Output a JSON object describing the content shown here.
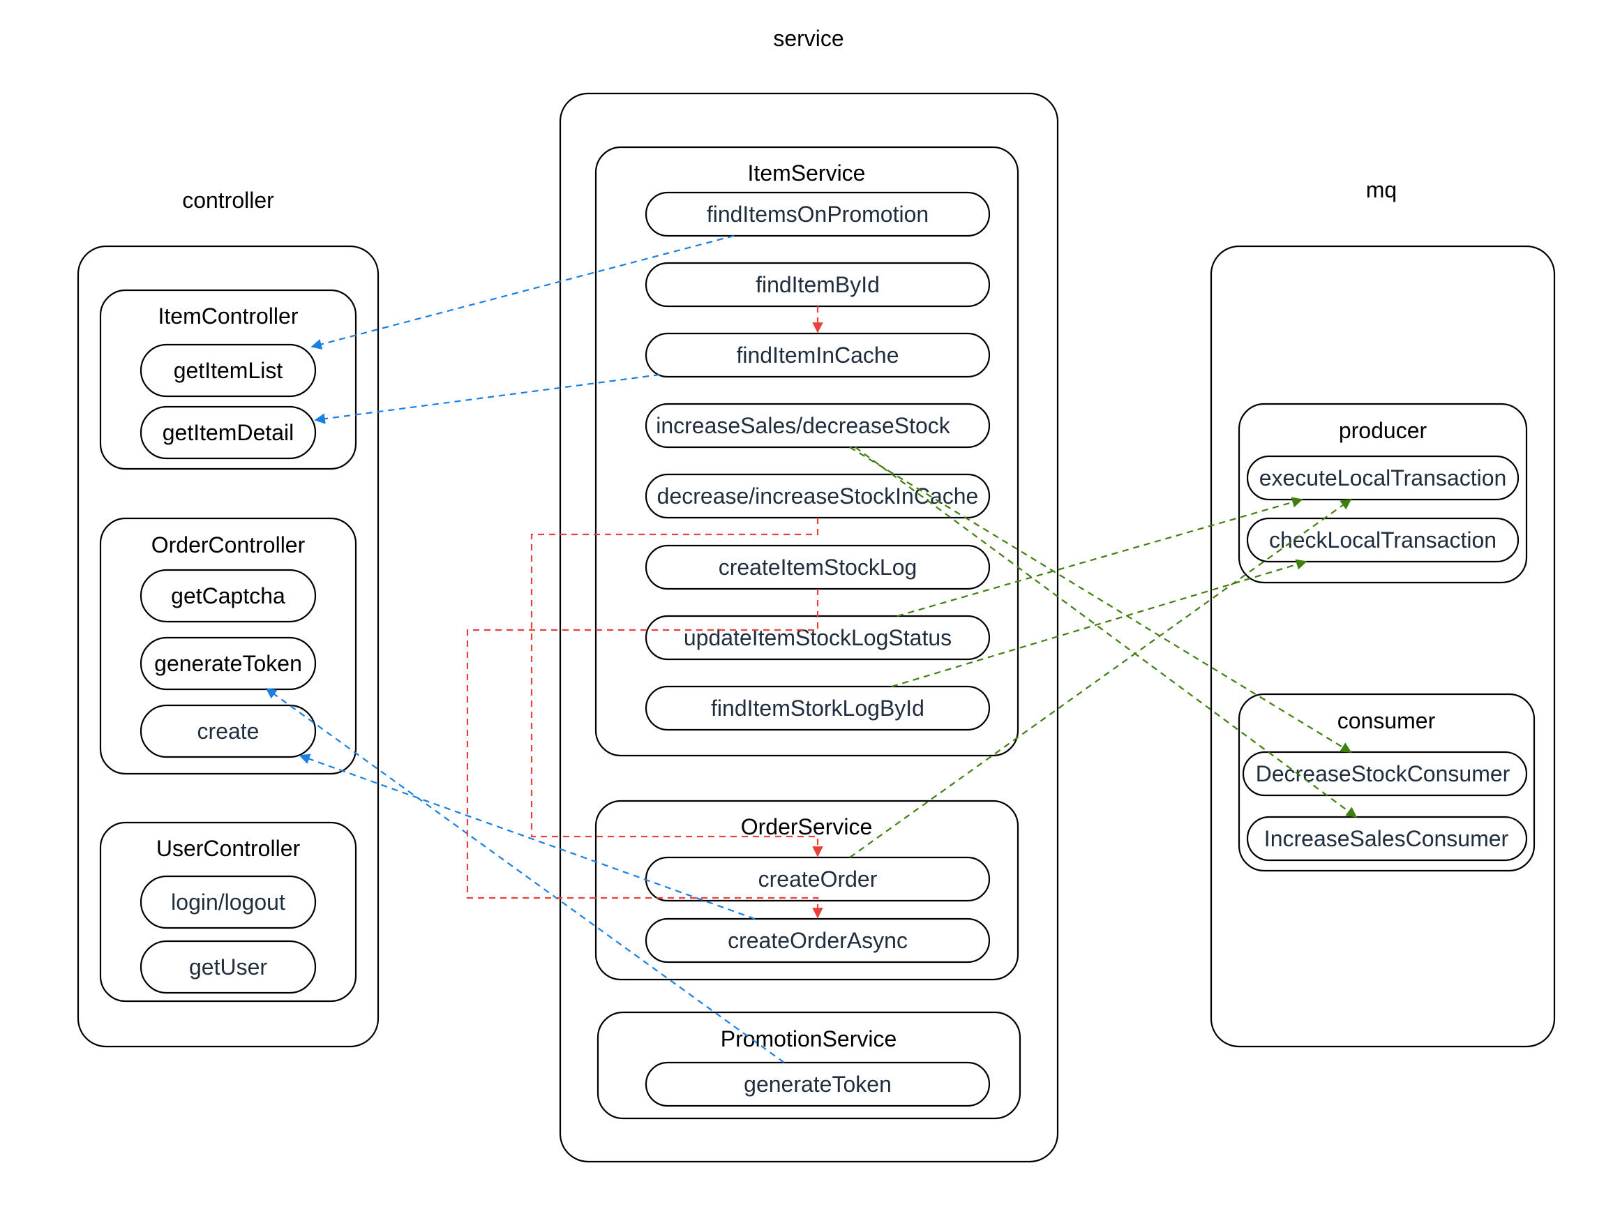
{
  "columns": {
    "controller": "controller",
    "service": "service",
    "mq": "mq"
  },
  "groups": {
    "item_controller": "ItemController",
    "order_controller": "OrderController",
    "user_controller": "UserController",
    "item_service": "ItemService",
    "order_service": "OrderService",
    "promotion_service": "PromotionService",
    "producer": "producer",
    "consumer": "consumer"
  },
  "nodes": {
    "get_item_list": "getItemList",
    "get_item_detail": "getItemDetail",
    "get_captcha": "getCaptcha",
    "generate_token_ctrl": "generateToken",
    "create": "create",
    "login_logout": "login/logout",
    "get_user": "getUser",
    "find_items_on_promotion": "findItemsOnPromotion",
    "find_item_by_id": "findItemById",
    "find_item_in_cache": "findItemInCache",
    "increase_sales_decrease_stock": "increaseSales/decreaseStock",
    "decrease_increase_stock_in_cache": "decrease/increaseStockInCache",
    "create_item_stock_log": "createItemStockLog",
    "update_item_stock_log_status": "updateItemStockLogStatus",
    "find_item_stork_log_by_id": "findItemStorkLogById",
    "create_order": "createOrder",
    "create_order_async": "createOrderAsync",
    "generate_token_svc": "generateToken",
    "execute_local_transaction": "executeLocalTransaction",
    "check_local_transaction": "checkLocalTransaction",
    "decrease_stock_consumer": "DecreaseStockConsumer",
    "increase_sales_consumer": "IncreaseSalesConsumer"
  },
  "colors": {
    "controller_edge": "#1a7fe0",
    "service_edge": "#e8413c",
    "mq_edge": "#3f7f0e"
  }
}
